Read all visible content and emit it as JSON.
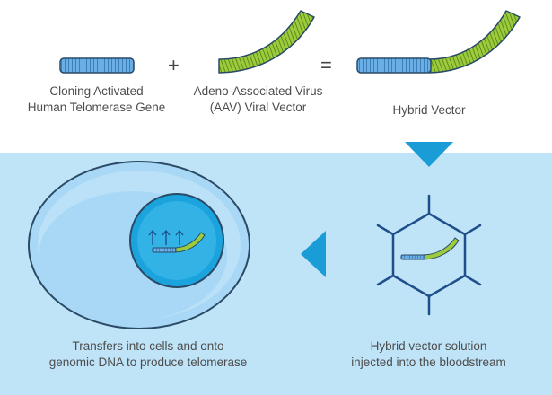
{
  "colors": {
    "bottom_bg": "#bfe3f7",
    "telomerase_blue": "#6aaee6",
    "aav_green": "#9ccc3c",
    "arrow_blue": "#1a9dd6",
    "cell_body": "#a8d8f5",
    "nucleus": "#1aa3dc",
    "stroke": "#2a4a66"
  },
  "top": {
    "gene_label": [
      "Cloning Activated",
      "Human Telomerase Gene"
    ],
    "plus": "+",
    "vector_label": [
      "Adeno-Associated Virus",
      "(AAV) Viral Vector"
    ],
    "equals": "=",
    "hybrid_label": "Hybrid Vector"
  },
  "bottom": {
    "cell_label": [
      "Transfers into cells and onto",
      "genomic DNA to produce telomerase"
    ],
    "virus_label": [
      "Hybrid vector solution",
      "injected into the bloodstream"
    ]
  },
  "icons": {
    "down_arrow": "triangle-down-icon",
    "left_arrow": "triangle-left-icon",
    "cell": "cell-icon",
    "virus": "hexagon-virus-icon"
  }
}
